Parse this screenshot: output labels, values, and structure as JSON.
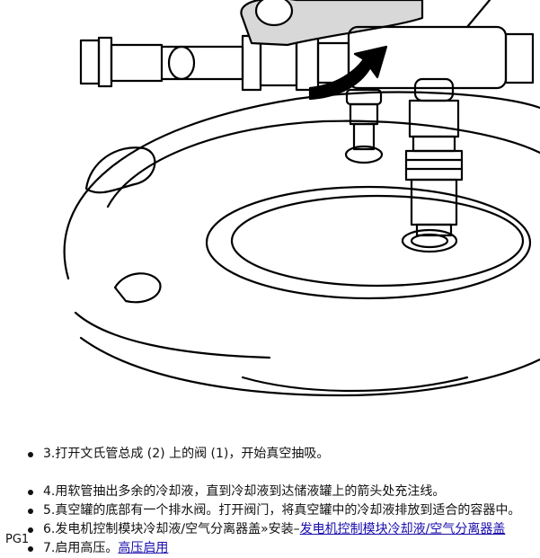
{
  "steps": {
    "step3": "3.打开文氏管总成 (2) 上的阀 (1)，开始真空抽吸。",
    "step4": "4.用软管抽出多余的冷却液，直到冷却液到达储液罐上的箭头处充注线。",
    "step5": "5.真空罐的底部有一个排水阀。打开阀门，将真空罐中的冷却液排放到适合的容器中。",
    "step6_text": "6.发电机控制模块冷却液/空气分离器盖»安装–",
    "step6_link": "发电机控制模块冷却液/空气分离器盖",
    "step7_text": "7.启用高压。",
    "step7_link": "高压启用"
  },
  "footer_code": "PG1",
  "colors": {
    "link": "#1a0dab",
    "text": "#111111"
  }
}
